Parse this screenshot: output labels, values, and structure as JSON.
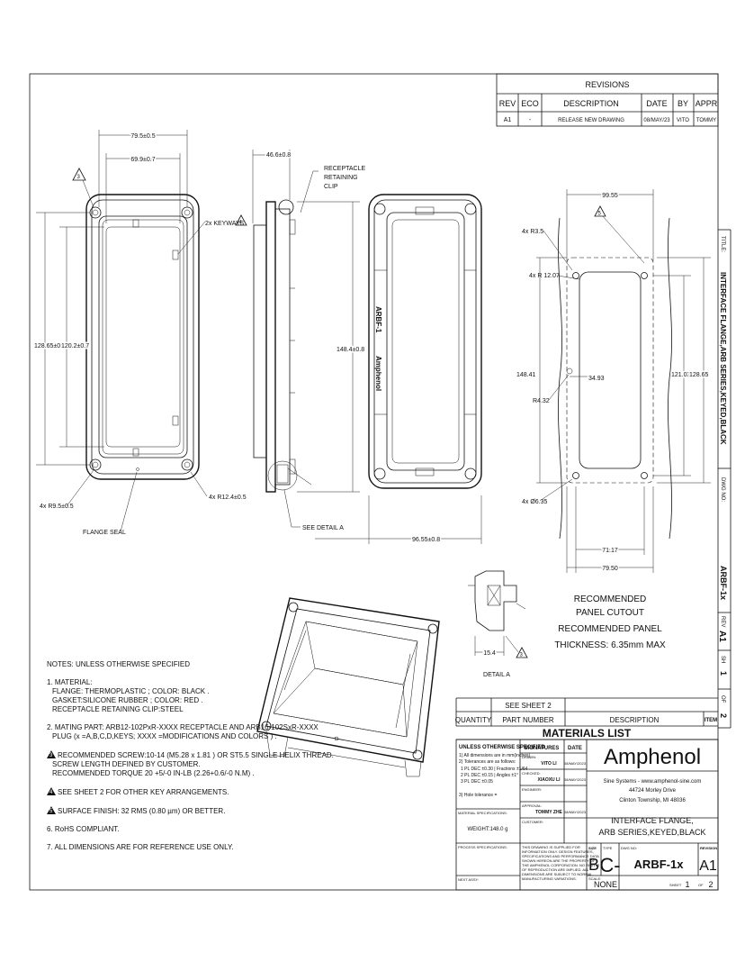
{
  "revisions": {
    "title": "REVISIONS",
    "headers": [
      "REV",
      "ECO",
      "DESCRIPTION",
      "DATE",
      "BY",
      "APPR"
    ],
    "rows": [
      [
        "A1",
        "-",
        "RELEASE NEW DRAWING",
        "08/MAY/23",
        "VITO",
        "TOMMY"
      ]
    ]
  },
  "front_view": {
    "dims": [
      "79.5±0.5",
      "69.9±0.7",
      "128.65±0.5",
      "120.2±0.7",
      "4x R9.5±0.5",
      "4x R12.4±0.5"
    ],
    "labels": [
      "2x KEYWAYS",
      "FLANGE SEAL"
    ],
    "keyways_note": "4",
    "top_note": "3"
  },
  "side_view": {
    "dims": [
      "46.6±0.8",
      "148.4±0.8"
    ],
    "labels": [
      "RECEPTACLE RETAINING CLIP",
      "SEE DETAIL A"
    ],
    "body_text": [
      "ARBF-1",
      "Amphenol"
    ]
  },
  "back_view": {
    "dims": [
      "96.55±0.8"
    ]
  },
  "cutout": {
    "dims": [
      "99.55",
      "4x R3.5",
      "4x R 12.07",
      "148.41",
      "R4.32",
      "34.93",
      "121.03",
      "128.65",
      "4x Ø6.35",
      "71.17",
      "79.50"
    ],
    "note_marker": "5",
    "caption": [
      "RECOMMENDED",
      "PANEL CUTOUT",
      "RECOMMENDED PANEL",
      "THICKNESS: 6.35mm MAX"
    ]
  },
  "detail": {
    "title": "DETAIL A",
    "dims": [
      "15.4"
    ],
    "note_marker": "3"
  },
  "notes": {
    "heading": "NOTES: UNLESS OTHERWISE SPECIFIED",
    "items": [
      "1. MATERIAL:",
      "   FLANGE: THERMOPLASTIC ;  COLOR: BLACK .",
      "   GASKET:SILICONE RUBBER ;  COLOR: RED .",
      "   RECEPTACLE RETAINING CLIP:STEEL",
      "2. MATING PART: ARB12-102PxR-XXXX  RECEPTACLE AND ARB16-102SxR-XXXX",
      "   PLUG (x =A,B,C,D,KEYS; XXXX =MODIFICATIONS AND COLORS ) .",
      "RECOMMENDED SCREW:10-14 (M5.28 x 1.81 )  OR ST5.5 SINGLE HELIX THREAD.",
      "   SCREW LENGTH DEFINED BY CUSTOMER.",
      "   RECOMMENDED TORQUE 20 +5/-0 IN-LB  (2.26+0.6/-0 N.M) .",
      "SEE SHEET 2 FOR OTHER KEY ARRANGEMENTS.",
      "SURFACE FINISH: 32 RMS (0.80 µm) OR BETTER.",
      "6. RoHS COMPLIANT.",
      "7. ALL DIMENSIONS ARE FOR REFERENCE USE ONLY."
    ],
    "markers": [
      "3",
      "4",
      "5"
    ]
  },
  "materials": {
    "see_sheet": "SEE SHEET 2",
    "headers": [
      "QUANTITY",
      "PART NUMBER",
      "DESCRIPTION",
      "ITEM"
    ],
    "title": "MATERIALS LIST"
  },
  "title_block": {
    "tolerance_heading": "UNLESS OTHERWISE SPECIFIED",
    "tolerance_lines": [
      "1) All dimensions are in mm(inches).",
      "2) Tolerances are as follows:",
      "1 PL DEC ±0.30 | Fractions ±1/64",
      "2 PL DEC ±0.15 | Angles ±1°",
      "3 PL DEC ±0.05",
      "3) Hole tolerance ="
    ],
    "signatures_heading": "SIGNATURES",
    "date_heading": "DATE",
    "signature_rows": [
      {
        "role": "DRAWN:",
        "name": "VITO LI",
        "date": "08/MAY/2023"
      },
      {
        "role": "CHECKED:",
        "name": "XIAOXU LI",
        "date": "08/MAY/2023"
      },
      {
        "role": "ENGINEER:",
        "name": "",
        "date": ""
      },
      {
        "role": "APPROVAL:",
        "name": "TOMMY ZHE",
        "date": "08/MAY/2023"
      }
    ],
    "material_spec_label": "MATERIAL SPECIFICATIONS:",
    "weight": "WEIGHT:148.0 g",
    "customer_label": "CUSTOMER:",
    "process_label": "PROCESS SPECIFICATIONS:",
    "next_assy_label": "NEXT ASSY:",
    "disclaimer": [
      "THIS DRAWING IS SUPPLIED FOR",
      "INFORMATION ONLY. DESIGN FEATURES,",
      "SPECIFICATIONS AND PERFORMANCE DATA",
      "SHOWN HEREON ARE THE PROPERTY OF",
      "THE AMPHENOL CORPORATION. NO RIGHTS",
      "OF REPRODUCTION ARE IMPLIED. ALL",
      "DIMENSIONS ARE SUBJECT TO NORMAL",
      "MANUFACTURING VARIATIONS."
    ],
    "company": "Amphenol",
    "company_lines": [
      "Sine Systems - www.amphenol-sine.com",
      "44724 Morley Drive",
      "Clinton Township, MI 48036"
    ],
    "part_title": [
      "INTERFACE FLANGE,",
      "ARB SERIES,KEYED,BLACK"
    ],
    "size_label": "SIZE",
    "size": "B",
    "type_label": "TYPE",
    "type": "C-",
    "dwg_no_label": "DWG NO:",
    "dwg_no": "ARBF-1x",
    "revision_label": "REVISION",
    "revision": "A1",
    "scale_label": "SCALE:",
    "scale": "NONE",
    "sheet_label": "SHEET",
    "sheet": "1",
    "of_label": "OF",
    "of": "2"
  },
  "sidebar": {
    "title_label": "TITLE:",
    "title": "INTERFACE FLANGE,ARB SERIES,KEYED,BLACK",
    "dwg_label": "DWG NO:",
    "dwg": "ARBF-1x",
    "rev_label": "REV",
    "rev": "A1",
    "sh_label": "SH",
    "sh": "1",
    "of_label": "OF",
    "of": "2"
  }
}
